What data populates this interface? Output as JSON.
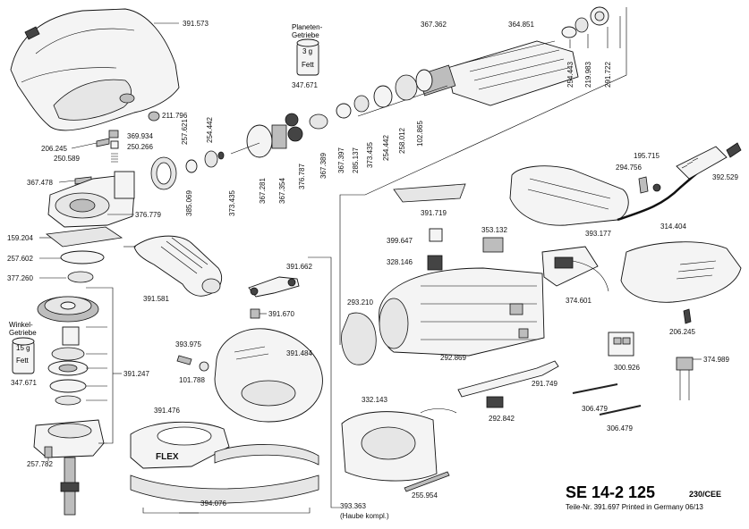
{
  "title": {
    "model": "SE 14-2 125",
    "voltage": "230/CEE",
    "footer": "Teile-Nr. 391.697 Printed in Germany 06/13"
  },
  "notes": {
    "planeten_heading": "Planeten-Getriebe",
    "planeten_amount": "3 g",
    "planeten_fett": "Fett",
    "planeten_part": "347.671",
    "winkel_heading": "Winkel-Getriebe",
    "winkel_amount": "15 g",
    "winkel_fett": "Fett",
    "winkel_part": "347.671",
    "haube_note": "(Haube kompl.)"
  },
  "labels": {
    "p391573": "391.573",
    "p364851": "364.851",
    "p367362": "367.362",
    "p254443": "254.443",
    "p219983": "219.983",
    "p291722": "291.722",
    "p211796": "211.796",
    "p257621": "257.621",
    "p254442a": "254.442",
    "p369934": "369.934",
    "p206245a": "206.245",
    "p250266": "250.266",
    "p250589": "250.589",
    "p367478": "367.478",
    "p385069": "385.069",
    "p373435a": "373.435",
    "p367281": "367.281",
    "p367354": "367.354",
    "p376787": "376.787",
    "p367389": "367.389",
    "p367397": "367.397",
    "p285137": "285.137",
    "p373435b": "373.435",
    "p254442b": "254.442",
    "p258012": "258.012",
    "p102865": "102.865",
    "p195715": "195.715",
    "p294756": "294.756",
    "p392529": "392.529",
    "p376779": "376.779",
    "p159204": "159.204",
    "p257602": "257.602",
    "p377260": "377.260",
    "p391581": "391.581",
    "p391719": "391.719",
    "p353132": "353.132",
    "p399647": "399.647",
    "p393177": "393.177",
    "p314404": "314.404",
    "p328146": "328.146",
    "p391662": "391.662",
    "p391670": "391.670",
    "p293210": "293.210",
    "p374601": "374.601",
    "p206245b": "206.245",
    "p393975": "393.975",
    "p101788": "101.788",
    "p391484": "391.484",
    "p391247": "391.247",
    "p292869": "292.869",
    "p300926": "300.926",
    "p374989": "374.989",
    "p291749": "291.749",
    "p391476": "391.476",
    "p332143": "332.143",
    "p306479a": "306.479",
    "p292842": "292.842",
    "p306479b": "306.479",
    "p257782": "257.782",
    "p255954": "255.954",
    "p394076": "394.076",
    "p393363": "393.363"
  }
}
